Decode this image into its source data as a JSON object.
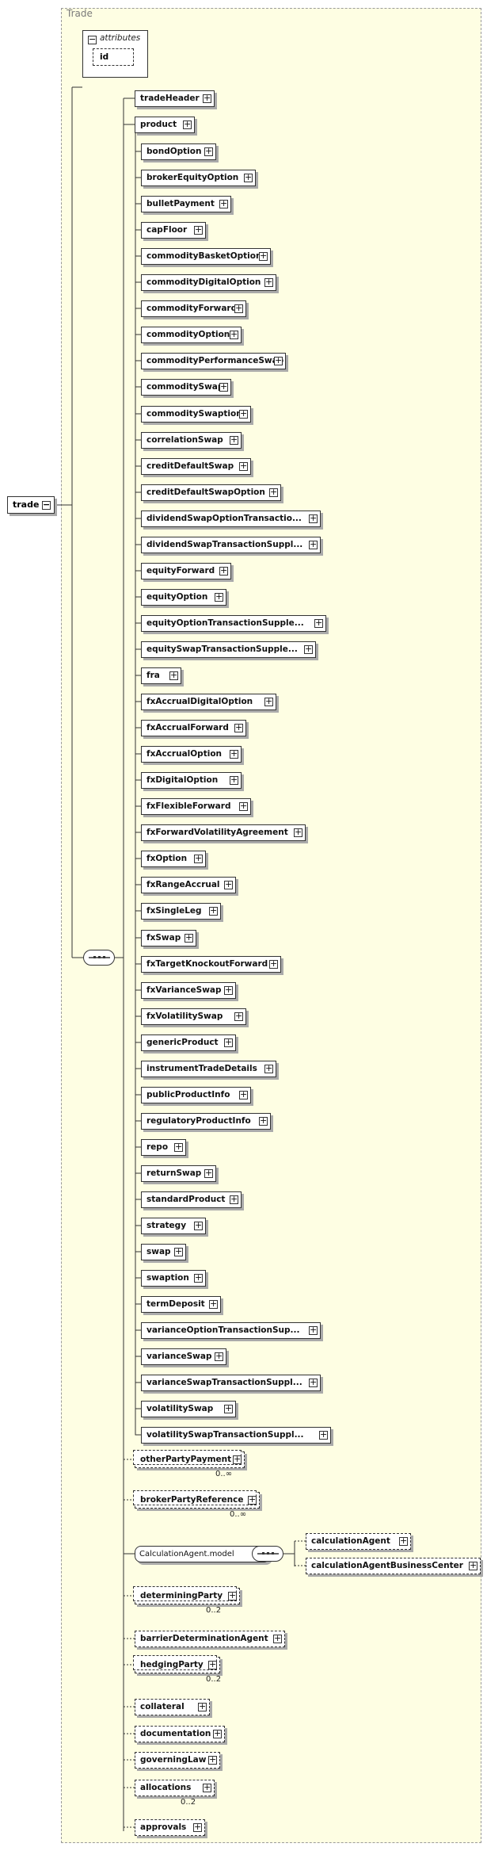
{
  "diagram": {
    "frame_title": "Trade",
    "root": {
      "name": "trade"
    },
    "attributes": {
      "label": "attributes",
      "items": [
        "id"
      ]
    },
    "choice_elements": [
      "bondOption",
      "brokerEquityOption",
      "bulletPayment",
      "capFloor",
      "commodityBasketOption",
      "commodityDigitalOption",
      "commodityForward",
      "commodityOption",
      "commodityPerformanceSwap",
      "commoditySwap",
      "commoditySwaption",
      "correlationSwap",
      "creditDefaultSwap",
      "creditDefaultSwapOption",
      "dividendSwapOptionTransactio...",
      "dividendSwapTransactionSuppl...",
      "equityForward",
      "equityOption",
      "equityOptionTransactionSupple...",
      "equitySwapTransactionSupple...",
      "fra",
      "fxAccrualDigitalOption",
      "fxAccrualForward",
      "fxAccrualOption",
      "fxDigitalOption",
      "fxFlexibleForward",
      "fxForwardVolatilityAgreement",
      "fxOption",
      "fxRangeAccrual",
      "fxSingleLeg",
      "fxSwap",
      "fxTargetKnockoutForward",
      "fxVarianceSwap",
      "fxVolatilitySwap",
      "genericProduct",
      "instrumentTradeDetails",
      "publicProductInfo",
      "regulatoryProductInfo",
      "repo",
      "returnSwap",
      "standardProduct",
      "strategy",
      "swap",
      "swaption",
      "termDeposit",
      "varianceOptionTransactionSup...",
      "varianceSwap",
      "varianceSwapTransactionSuppl...",
      "volatilitySwap",
      "volatilitySwapTransactionSuppl..."
    ],
    "top_elements": [
      {
        "name": "tradeHeader",
        "optional": false
      },
      {
        "name": "product",
        "optional": false,
        "abstract": true
      }
    ],
    "bottom_elements": [
      {
        "name": "otherPartyPayment",
        "optional": true,
        "stacked": true,
        "card": "0..∞"
      },
      {
        "name": "brokerPartyReference",
        "optional": true,
        "stacked": true,
        "card": "0..∞"
      },
      {
        "name": "CalculationAgent.model",
        "optional": false,
        "model": true
      },
      {
        "name": "determiningParty",
        "optional": true,
        "stacked": true,
        "card": "0..2"
      },
      {
        "name": "barrierDeterminationAgent",
        "optional": true
      },
      {
        "name": "hedgingParty",
        "optional": true,
        "stacked": true,
        "card": "0..2"
      },
      {
        "name": "collateral",
        "optional": true
      },
      {
        "name": "documentation",
        "optional": true
      },
      {
        "name": "governingLaw",
        "optional": true,
        "abstract": true
      },
      {
        "name": "allocations",
        "optional": true,
        "stacked": false,
        "card": "0..2"
      },
      {
        "name": "approvals",
        "optional": true
      }
    ],
    "calculation_agent_choices": [
      {
        "name": "calculationAgent",
        "optional": true
      },
      {
        "name": "calculationAgentBusinessCenter",
        "optional": true,
        "abstract": true
      }
    ]
  }
}
